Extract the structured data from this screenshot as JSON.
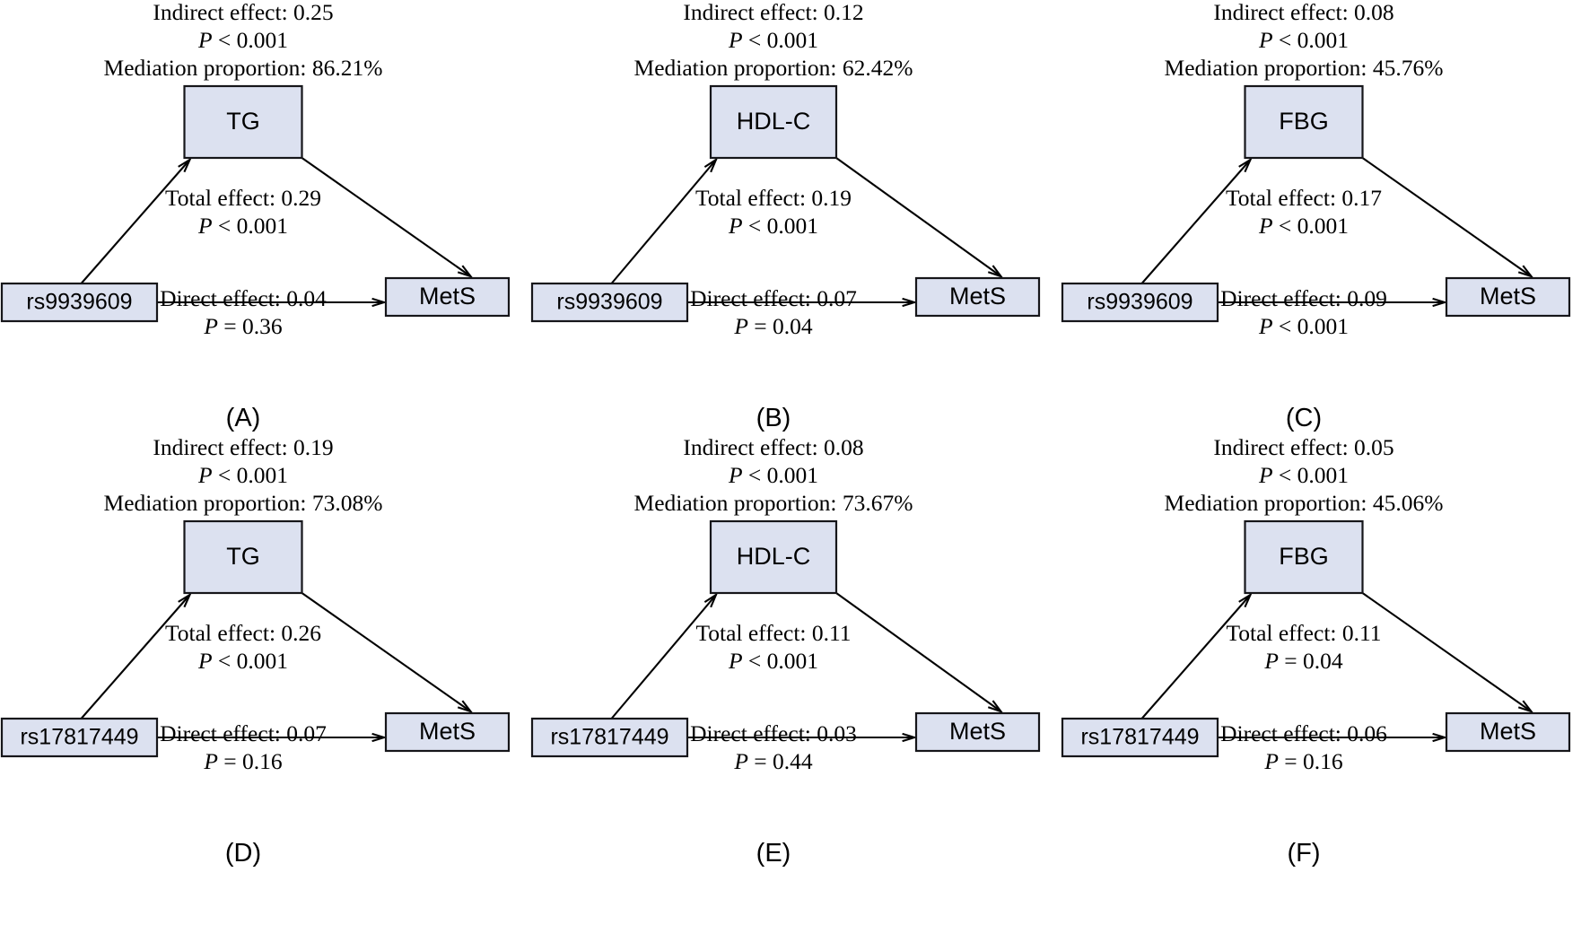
{
  "figure": {
    "type": "mediation-path-diagram-grid",
    "rows": 2,
    "columns": 3,
    "outcome_label": "MetS",
    "box_fill_color": "#dce1f0",
    "box_border_color": "#16161a",
    "text_color": "#000000",
    "background_color": "#ffffff"
  },
  "labels": {
    "indirect_prefix": "Indirect effect: ",
    "mediation_prefix": "Mediation proportion: ",
    "total_prefix": "Total effect: ",
    "direct_prefix": "Direct effect: ",
    "p_symbol": "P"
  },
  "panels": [
    {
      "letter": "(A)",
      "exposure": "rs9939609",
      "mediator": "TG",
      "outcome": "MetS",
      "indirect_effect": "Indirect effect: 0.25",
      "indirect_p": "< 0.001",
      "mediation_proportion": "Mediation proportion: 86.21%",
      "total_effect": "Total effect: 0.29",
      "total_p": "< 0.001",
      "direct_effect": "Direct effect: 0.04",
      "direct_p": "= 0.36"
    },
    {
      "letter": "(B)",
      "exposure": "rs9939609",
      "mediator": "HDL-C",
      "outcome": "MetS",
      "indirect_effect": "Indirect effect: 0.12",
      "indirect_p": "< 0.001",
      "mediation_proportion": "Mediation proportion: 62.42%",
      "total_effect": "Total effect: 0.19",
      "total_p": "< 0.001",
      "direct_effect": "Direct effect: 0.07",
      "direct_p": "= 0.04"
    },
    {
      "letter": "(C)",
      "exposure": "rs9939609",
      "mediator": "FBG",
      "outcome": "MetS",
      "indirect_effect": "Indirect effect: 0.08",
      "indirect_p": "< 0.001",
      "mediation_proportion": "Mediation proportion: 45.76%",
      "total_effect": "Total effect: 0.17",
      "total_p": "< 0.001",
      "direct_effect": "Direct effect: 0.09",
      "direct_p": "< 0.001"
    },
    {
      "letter": "(D)",
      "exposure": "rs17817449",
      "mediator": "TG",
      "outcome": "MetS",
      "indirect_effect": "Indirect effect: 0.19",
      "indirect_p": "< 0.001",
      "mediation_proportion": "Mediation proportion: 73.08%",
      "total_effect": "Total effect: 0.26",
      "total_p": "< 0.001",
      "direct_effect": "Direct effect: 0.07",
      "direct_p": "= 0.16"
    },
    {
      "letter": "(E)",
      "exposure": "rs17817449",
      "mediator": "HDL-C",
      "outcome": "MetS",
      "indirect_effect": "Indirect effect: 0.08",
      "indirect_p": "< 0.001",
      "mediation_proportion": "Mediation proportion: 73.67%",
      "total_effect": "Total effect: 0.11",
      "total_p": "< 0.001",
      "direct_effect": "Direct effect: 0.03",
      "direct_p": "= 0.44"
    },
    {
      "letter": "(F)",
      "exposure": "rs17817449",
      "mediator": "FBG",
      "outcome": "MetS",
      "indirect_effect": "Indirect effect: 0.05",
      "indirect_p": "< 0.001",
      "mediation_proportion": "Mediation proportion: 45.06%",
      "total_effect": "Total effect: 0.11",
      "total_p": "= 0.04",
      "direct_effect": "Direct effect: 0.06",
      "direct_p": "= 0.16"
    }
  ]
}
